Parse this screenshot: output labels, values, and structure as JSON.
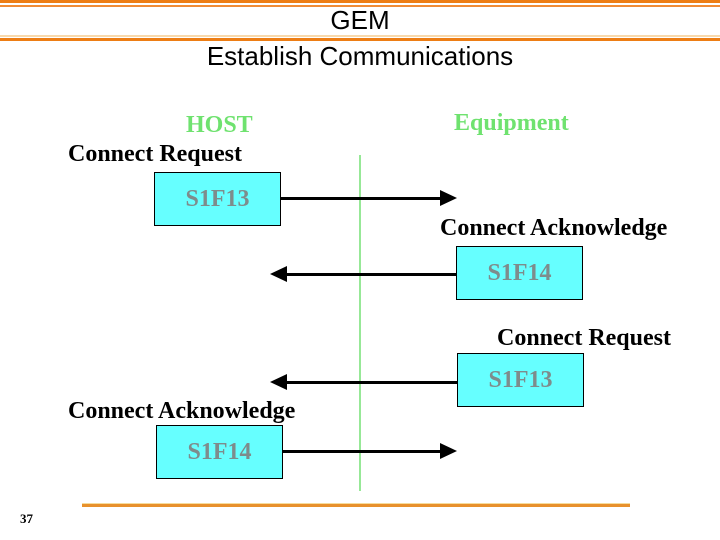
{
  "slide": {
    "title_line1": "GEM",
    "title_line2": "Establish Communications",
    "page_number": "37"
  },
  "diagram": {
    "host_label": "HOST",
    "equipment_label": "Equipment",
    "steps": [
      {
        "label": "Connect Request",
        "message": "S1F13",
        "direction": "right"
      },
      {
        "label": "Connect Acknowledge",
        "message": "S1F14",
        "direction": "left"
      },
      {
        "label": "Connect Request",
        "message": "S1F13",
        "direction": "left"
      },
      {
        "label": "Connect Acknowledge",
        "message": "S1F14",
        "direction": "right"
      }
    ]
  },
  "colors": {
    "accent_orange": "#ED7D14",
    "light_orange": "#F8D9AC",
    "header_green": "#6FE26F",
    "lifeline_green": "#97E897",
    "box_cyan": "#66FFFF",
    "box_text_gray": "#7E8C8C",
    "arrow_black": "#000000"
  }
}
